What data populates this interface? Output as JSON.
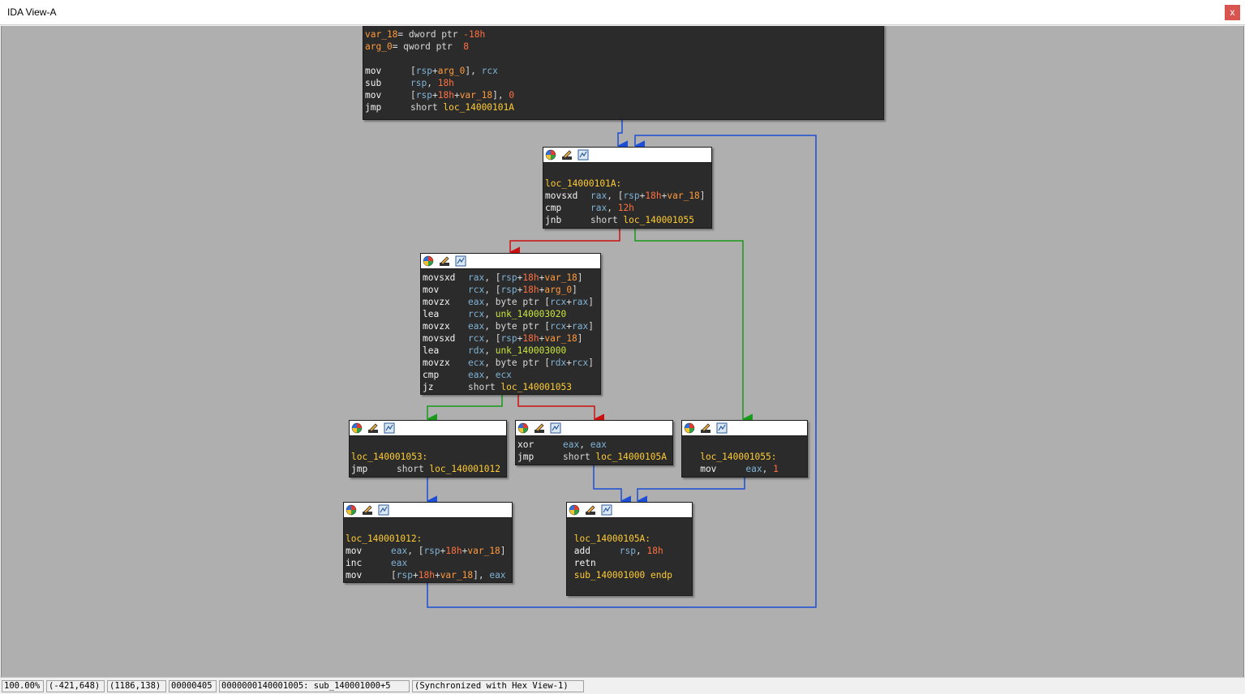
{
  "window": {
    "title": "IDA View-A",
    "close_label": "x"
  },
  "nodes": {
    "entry": {
      "lines": [
        {
          "p": [
            {
              "t": "var_18",
              "c": "vr"
            },
            {
              "t": "= dword ptr ",
              "c": "kw"
            },
            {
              "t": "-18h",
              "c": "nm"
            }
          ]
        },
        {
          "p": [
            {
              "t": "arg_0",
              "c": "vr"
            },
            {
              "t": "= qword ptr  ",
              "c": "kw"
            },
            {
              "t": "8",
              "c": "nm"
            }
          ]
        },
        {
          "p": []
        },
        {
          "m": "mov",
          "p": [
            {
              "t": "[",
              "c": "kw"
            },
            {
              "t": "rsp",
              "c": "rg"
            },
            {
              "t": "+",
              "c": "kw"
            },
            {
              "t": "arg_0",
              "c": "vr"
            },
            {
              "t": "], ",
              "c": "kw"
            },
            {
              "t": "rcx",
              "c": "rg"
            }
          ]
        },
        {
          "m": "sub",
          "p": [
            {
              "t": "rsp",
              "c": "rg"
            },
            {
              "t": ", ",
              "c": "kw"
            },
            {
              "t": "18h",
              "c": "nm"
            }
          ]
        },
        {
          "m": "mov",
          "p": [
            {
              "t": "[",
              "c": "kw"
            },
            {
              "t": "rsp",
              "c": "rg"
            },
            {
              "t": "+",
              "c": "kw"
            },
            {
              "t": "18h",
              "c": "nm"
            },
            {
              "t": "+",
              "c": "kw"
            },
            {
              "t": "var_18",
              "c": "vr"
            },
            {
              "t": "], ",
              "c": "kw"
            },
            {
              "t": "0",
              "c": "nm"
            }
          ]
        },
        {
          "m": "jmp",
          "p": [
            {
              "t": "short ",
              "c": "kw"
            },
            {
              "t": "loc_14000101A",
              "c": "lbl"
            }
          ]
        }
      ]
    },
    "loop_head": {
      "lines": [
        {
          "p": []
        },
        {
          "p": [
            {
              "t": "loc_14000101A:",
              "c": "lbl"
            }
          ]
        },
        {
          "m": "movsxd",
          "p": [
            {
              "t": "rax",
              "c": "rg"
            },
            {
              "t": ", [",
              "c": "kw"
            },
            {
              "t": "rsp",
              "c": "rg"
            },
            {
              "t": "+",
              "c": "kw"
            },
            {
              "t": "18h",
              "c": "nm"
            },
            {
              "t": "+",
              "c": "kw"
            },
            {
              "t": "var_18",
              "c": "vr"
            },
            {
              "t": "]",
              "c": "kw"
            }
          ]
        },
        {
          "m": "cmp",
          "p": [
            {
              "t": "rax",
              "c": "rg"
            },
            {
              "t": ", ",
              "c": "kw"
            },
            {
              "t": "12h",
              "c": "nm"
            }
          ]
        },
        {
          "m": "jnb",
          "p": [
            {
              "t": "short ",
              "c": "kw"
            },
            {
              "t": "loc_140001055",
              "c": "lbl"
            }
          ]
        }
      ]
    },
    "compare": {
      "lines": [
        {
          "m": "movsxd",
          "p": [
            {
              "t": "rax",
              "c": "rg"
            },
            {
              "t": ", [",
              "c": "kw"
            },
            {
              "t": "rsp",
              "c": "rg"
            },
            {
              "t": "+",
              "c": "kw"
            },
            {
              "t": "18h",
              "c": "nm"
            },
            {
              "t": "+",
              "c": "kw"
            },
            {
              "t": "var_18",
              "c": "vr"
            },
            {
              "t": "]",
              "c": "kw"
            }
          ]
        },
        {
          "m": "mov",
          "p": [
            {
              "t": "rcx",
              "c": "rg"
            },
            {
              "t": ", [",
              "c": "kw"
            },
            {
              "t": "rsp",
              "c": "rg"
            },
            {
              "t": "+",
              "c": "kw"
            },
            {
              "t": "18h",
              "c": "nm"
            },
            {
              "t": "+",
              "c": "kw"
            },
            {
              "t": "arg_0",
              "c": "vr"
            },
            {
              "t": "]",
              "c": "kw"
            }
          ]
        },
        {
          "m": "movzx",
          "p": [
            {
              "t": "eax",
              "c": "rg"
            },
            {
              "t": ", byte ptr [",
              "c": "kw"
            },
            {
              "t": "rcx",
              "c": "rg"
            },
            {
              "t": "+",
              "c": "kw"
            },
            {
              "t": "rax",
              "c": "rg"
            },
            {
              "t": "]",
              "c": "kw"
            }
          ]
        },
        {
          "m": "lea",
          "p": [
            {
              "t": "rcx",
              "c": "rg"
            },
            {
              "t": ", ",
              "c": "kw"
            },
            {
              "t": "unk_140003020",
              "c": "dt"
            }
          ]
        },
        {
          "m": "movzx",
          "p": [
            {
              "t": "eax",
              "c": "rg"
            },
            {
              "t": ", byte ptr [",
              "c": "kw"
            },
            {
              "t": "rcx",
              "c": "rg"
            },
            {
              "t": "+",
              "c": "kw"
            },
            {
              "t": "rax",
              "c": "rg"
            },
            {
              "t": "]",
              "c": "kw"
            }
          ]
        },
        {
          "m": "movsxd",
          "p": [
            {
              "t": "rcx",
              "c": "rg"
            },
            {
              "t": ", [",
              "c": "kw"
            },
            {
              "t": "rsp",
              "c": "rg"
            },
            {
              "t": "+",
              "c": "kw"
            },
            {
              "t": "18h",
              "c": "nm"
            },
            {
              "t": "+",
              "c": "kw"
            },
            {
              "t": "var_18",
              "c": "vr"
            },
            {
              "t": "]",
              "c": "kw"
            }
          ]
        },
        {
          "m": "lea",
          "p": [
            {
              "t": "rdx",
              "c": "rg"
            },
            {
              "t": ", ",
              "c": "kw"
            },
            {
              "t": "unk_140003000",
              "c": "dt"
            }
          ]
        },
        {
          "m": "movzx",
          "p": [
            {
              "t": "ecx",
              "c": "rg"
            },
            {
              "t": ", byte ptr [",
              "c": "kw"
            },
            {
              "t": "rdx",
              "c": "rg"
            },
            {
              "t": "+",
              "c": "kw"
            },
            {
              "t": "rcx",
              "c": "rg"
            },
            {
              "t": "]",
              "c": "kw"
            }
          ]
        },
        {
          "m": "cmp",
          "p": [
            {
              "t": "eax",
              "c": "rg"
            },
            {
              "t": ", ",
              "c": "kw"
            },
            {
              "t": "ecx",
              "c": "rg"
            }
          ]
        },
        {
          "m": "jz",
          "p": [
            {
              "t": "short ",
              "c": "kw"
            },
            {
              "t": "loc_140001053",
              "c": "lbl"
            }
          ]
        }
      ]
    },
    "match": {
      "lines": [
        {
          "p": []
        },
        {
          "p": [
            {
              "t": "loc_140001053:",
              "c": "lbl"
            }
          ]
        },
        {
          "m": "jmp",
          "p": [
            {
              "t": "short ",
              "c": "kw"
            },
            {
              "t": "loc_140001012",
              "c": "lbl"
            }
          ]
        }
      ]
    },
    "fail": {
      "lines": [
        {
          "m": "xor",
          "p": [
            {
              "t": "eax",
              "c": "rg"
            },
            {
              "t": ", ",
              "c": "kw"
            },
            {
              "t": "eax",
              "c": "rg"
            }
          ]
        },
        {
          "m": "jmp",
          "p": [
            {
              "t": "short ",
              "c": "kw"
            },
            {
              "t": "loc_14000105A",
              "c": "lbl"
            }
          ]
        }
      ]
    },
    "success": {
      "lines": [
        {
          "p": []
        },
        {
          "p": [
            {
              "t": "   loc_140001055:",
              "c": "lbl"
            }
          ]
        },
        {
          "m": "   mov",
          "p": [
            {
              "t": "eax",
              "c": "rg"
            },
            {
              "t": ", ",
              "c": "kw"
            },
            {
              "t": "1",
              "c": "nm"
            }
          ]
        }
      ]
    },
    "increment": {
      "lines": [
        {
          "p": []
        },
        {
          "p": [
            {
              "t": "loc_140001012:",
              "c": "lbl"
            }
          ]
        },
        {
          "m": "mov",
          "p": [
            {
              "t": "eax",
              "c": "rg"
            },
            {
              "t": ", [",
              "c": "kw"
            },
            {
              "t": "rsp",
              "c": "rg"
            },
            {
              "t": "+",
              "c": "kw"
            },
            {
              "t": "18h",
              "c": "nm"
            },
            {
              "t": "+",
              "c": "kw"
            },
            {
              "t": "var_18",
              "c": "vr"
            },
            {
              "t": "]",
              "c": "kw"
            }
          ]
        },
        {
          "m": "inc",
          "p": [
            {
              "t": "eax",
              "c": "rg"
            }
          ]
        },
        {
          "m": "mov",
          "p": [
            {
              "t": "[",
              "c": "kw"
            },
            {
              "t": "rsp",
              "c": "rg"
            },
            {
              "t": "+",
              "c": "kw"
            },
            {
              "t": "18h",
              "c": "nm"
            },
            {
              "t": "+",
              "c": "kw"
            },
            {
              "t": "var_18",
              "c": "vr"
            },
            {
              "t": "], ",
              "c": "kw"
            },
            {
              "t": "eax",
              "c": "rg"
            }
          ]
        }
      ]
    },
    "exit": {
      "lines": [
        {
          "p": []
        },
        {
          "p": [
            {
              "t": " loc_14000105A:",
              "c": "lbl"
            }
          ]
        },
        {
          "m": " add",
          "p": [
            {
              "t": "rsp",
              "c": "rg"
            },
            {
              "t": ", ",
              "c": "kw"
            },
            {
              "t": "18h",
              "c": "nm"
            }
          ]
        },
        {
          "m": " retn",
          "p": []
        },
        {
          "p": [
            {
              "t": " sub_140001000 ",
              "c": "lbl"
            },
            {
              "t": "endp",
              "c": "lbl"
            }
          ]
        }
      ]
    }
  },
  "edge_colors": {
    "flow": "#1c4fd6",
    "true_branch": "#1a9a1a",
    "false_branch": "#cc1010"
  },
  "status": {
    "zoom": "100.00%",
    "mouse_pos": "(-421,648)",
    "graph_pos": "(1186,138)",
    "offset": "00000405",
    "address": "0000000140001005: sub_140001000+5",
    "sync": "(Synchronized with Hex View-1)"
  }
}
